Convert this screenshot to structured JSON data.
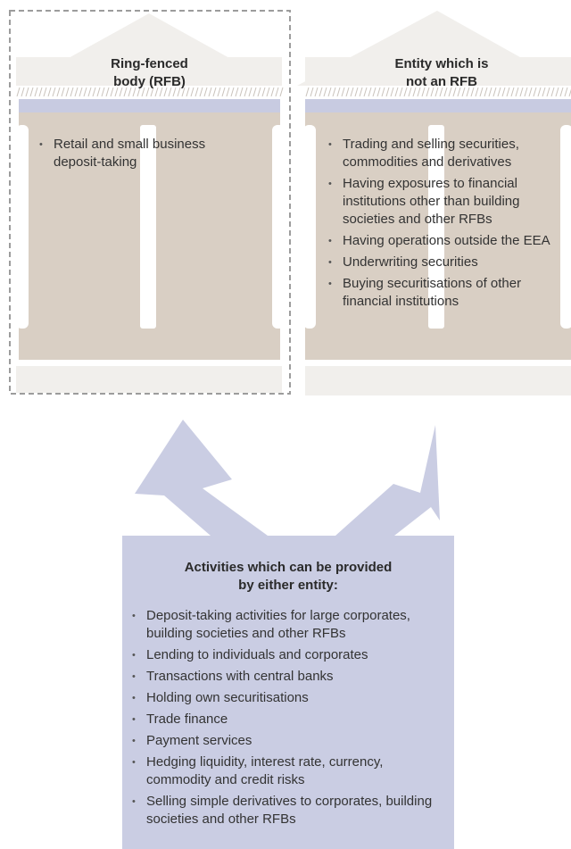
{
  "rfb": {
    "title_line1": "Ring-fenced",
    "title_line2": "body (RFB)",
    "items": [
      "Retail and small business deposit-taking"
    ]
  },
  "non_rfb": {
    "title_line1": "Entity which is",
    "title_line2": "not an RFB",
    "items": [
      "Trading and selling securities, commodities and derivatives",
      "Having exposures to financial institutions other than building societies and other RFBs",
      "Having operations outside the EEA",
      "Underwriting securities",
      "Buying securitisations of other financial institutions"
    ]
  },
  "shared": {
    "title_line1": "Activities which can be provided",
    "title_line2": "by either entity:",
    "items": [
      "Deposit-taking activities for large corporates, building societies and other RFBs",
      "Lending to individuals and corporates",
      "Transactions with central banks",
      "Holding own securitisations",
      "Trade finance",
      "Payment services",
      "Hedging liquidity, interest rate, currency, commodity and credit risks",
      "Selling simple derivatives to corporates, building societies and other RFBs"
    ]
  },
  "colors": {
    "roof": "#f1efec",
    "frieze": "#c8cbe1",
    "body": "#d9cfc4",
    "arrow": "#cacde3",
    "dash": "#9c9c9c"
  }
}
